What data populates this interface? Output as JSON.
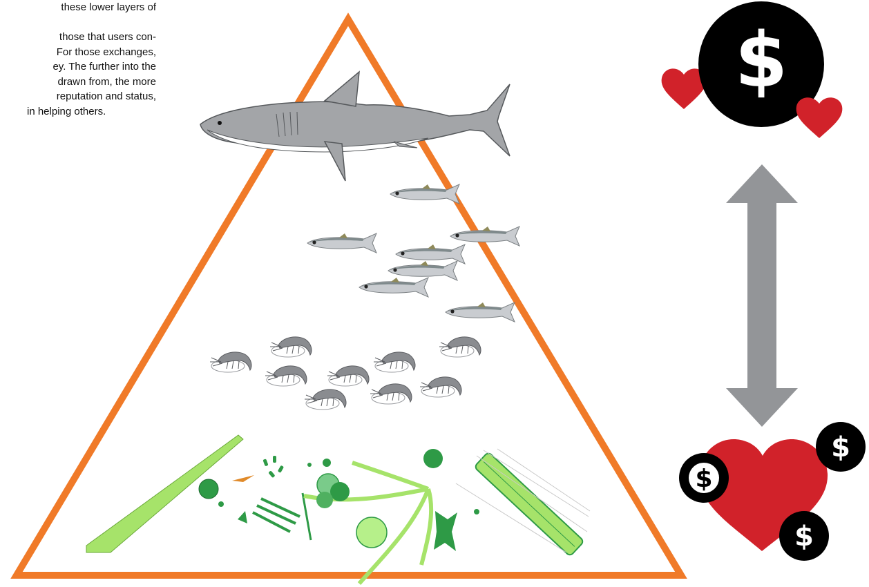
{
  "text_lines": [
    "these lower layers of",
    "",
    "those that users con-",
    "For those exchanges,",
    "ey. The further into the",
    "drawn from, the more",
    "reputation and status,",
    "in helping others."
  ],
  "colors": {
    "pyramid_stroke": "#f07a28",
    "shark_body": "#a3a5a8",
    "shark_belly": "#ffffff",
    "fish_body": "#c9ccd0",
    "fish_back": "#7f8a8c",
    "shrimp": "#8a8c90",
    "plankton_light": "#a6e36a",
    "plankton_dark": "#2e9a46",
    "arrow": "#939598",
    "coin": "#000000",
    "heart": "#d1222a"
  },
  "coins": {
    "symbol": "$"
  },
  "icons": [
    "shark-icon",
    "herring-icon",
    "shrimp-icon",
    "phytoplankton-icon",
    "double-arrow-icon",
    "dollar-coin-icon",
    "heart-icon"
  ]
}
